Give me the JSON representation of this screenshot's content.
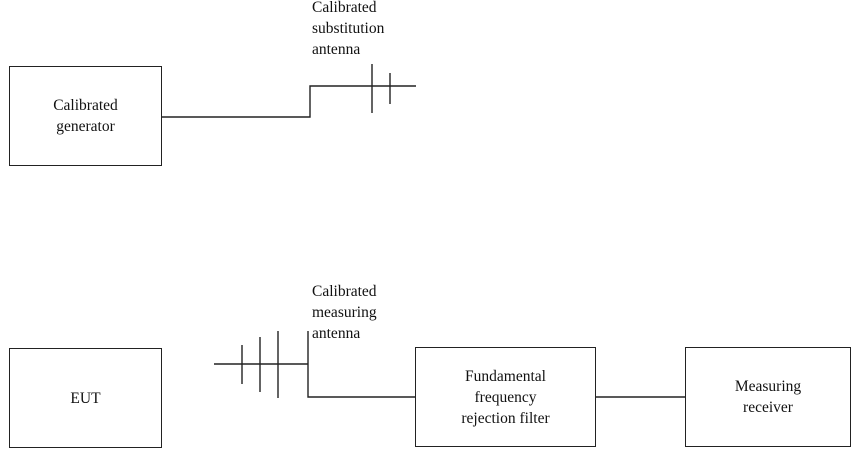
{
  "top_setup": {
    "generator_label": "Calibrated\ngenerator",
    "antenna_label": "Calibrated\nsubstitution\nantenna"
  },
  "bottom_setup": {
    "eut_label": "EUT",
    "antenna_label": "Calibrated\nmeasuring\nantenna",
    "filter_label": "Fundamental\nfrequency\nrejection filter",
    "receiver_label": "Measuring\nreceiver"
  }
}
